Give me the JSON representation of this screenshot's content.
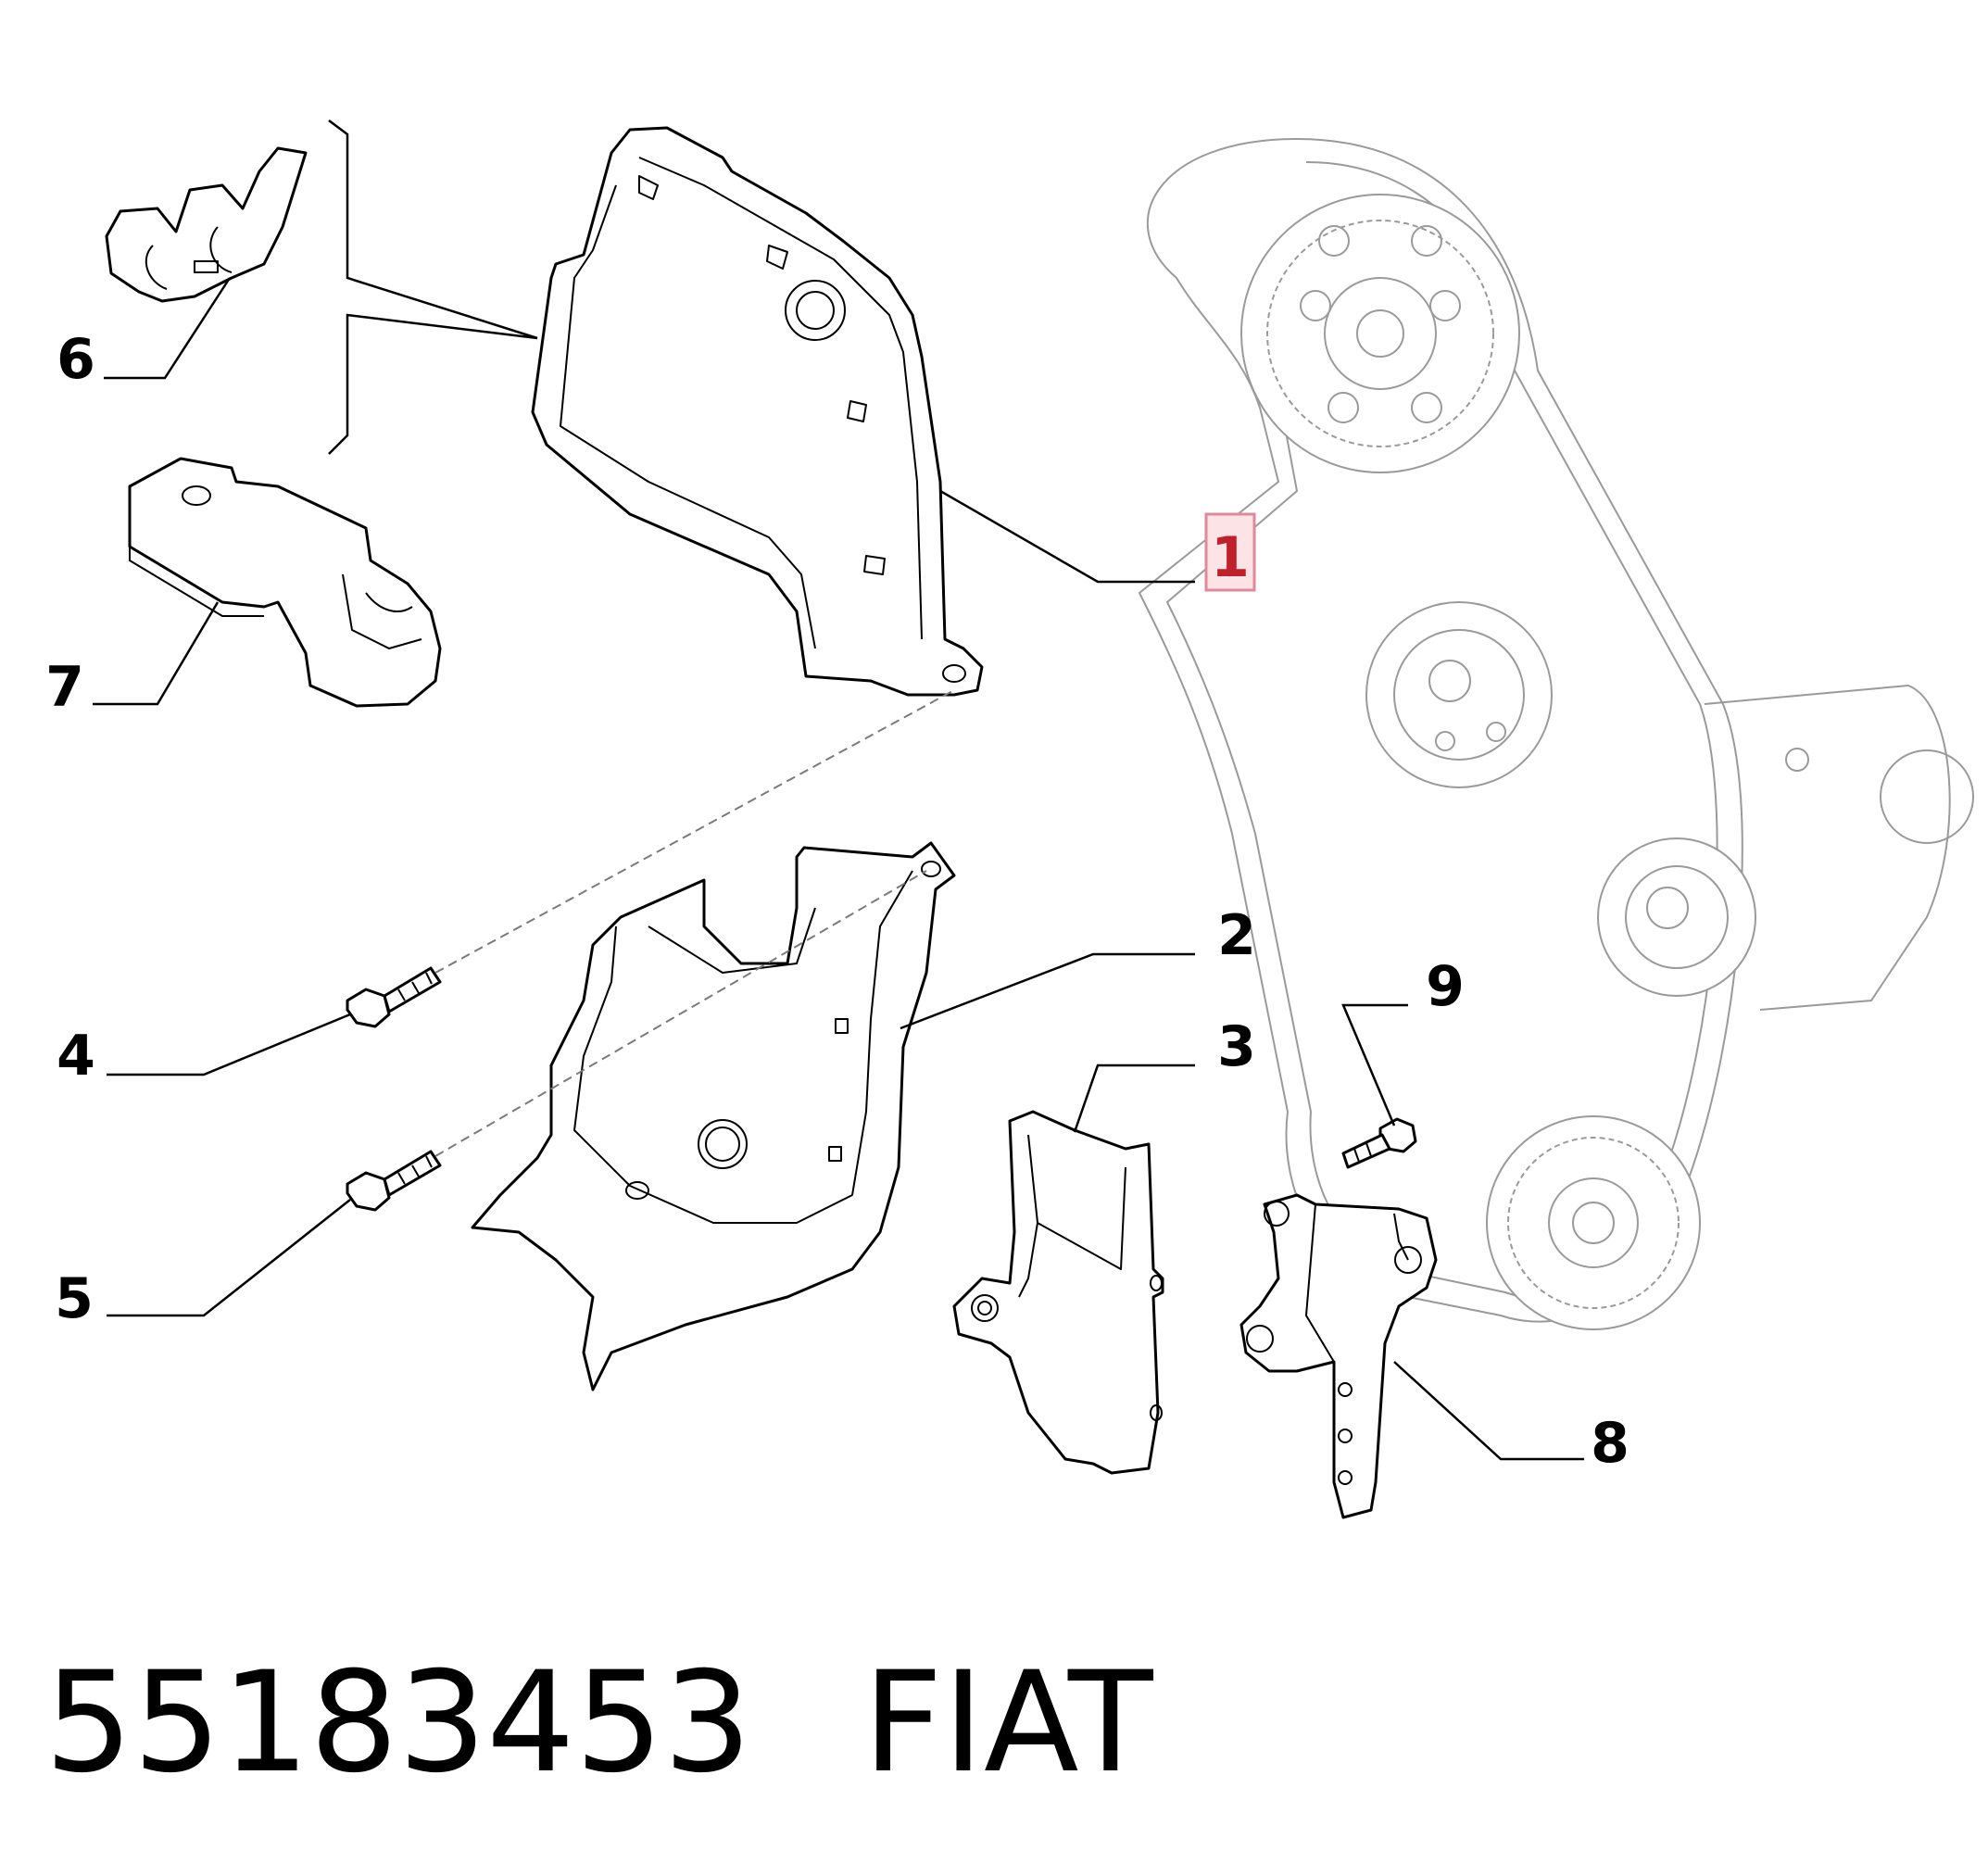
{
  "callouts": [
    {
      "id": "1",
      "label": "1",
      "highlighted": true
    },
    {
      "id": "2",
      "label": "2",
      "highlighted": false
    },
    {
      "id": "3",
      "label": "3",
      "highlighted": false
    },
    {
      "id": "4",
      "label": "4",
      "highlighted": false
    },
    {
      "id": "5",
      "label": "5",
      "highlighted": false
    },
    {
      "id": "6",
      "label": "6",
      "highlighted": false
    },
    {
      "id": "7",
      "label": "7",
      "highlighted": false
    },
    {
      "id": "8",
      "label": "8",
      "highlighted": false
    },
    {
      "id": "9",
      "label": "9",
      "highlighted": false
    }
  ],
  "caption": {
    "part_number": "55183453",
    "brand": "FIAT"
  },
  "colors": {
    "line": "#000000",
    "ghost_line": "#9a9a9a",
    "highlight_fill": "#fbe3e6",
    "highlight_stroke": "#e3879a",
    "highlight_text": "#c0202a"
  }
}
